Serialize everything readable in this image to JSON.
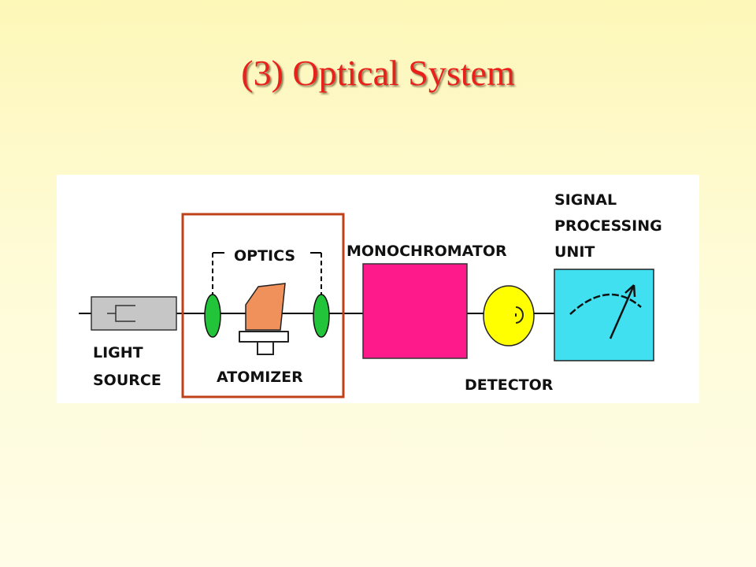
{
  "slide": {
    "title": "(3) Optical System"
  },
  "diagram": {
    "labels": {
      "light_source_line1": "LIGHT",
      "light_source_line2": "SOURCE",
      "optics": "OPTICS",
      "atomizer": "ATOMIZER",
      "monochromator": "MONOCHROMATOR",
      "detector": "DETECTOR",
      "signal_line1": "SIGNAL",
      "signal_line2": "PROCESSING",
      "signal_line3": "UNIT"
    },
    "colors": {
      "panel": "#ffffff",
      "highlight_box": "#c0401a",
      "light_source": "#c6c6c6",
      "lens": "#22c43a",
      "atomizer_flame": "#f0905a",
      "monochromator": "#ff1a8c",
      "detector": "#ffff00",
      "signal_unit": "#40e0f0"
    }
  }
}
